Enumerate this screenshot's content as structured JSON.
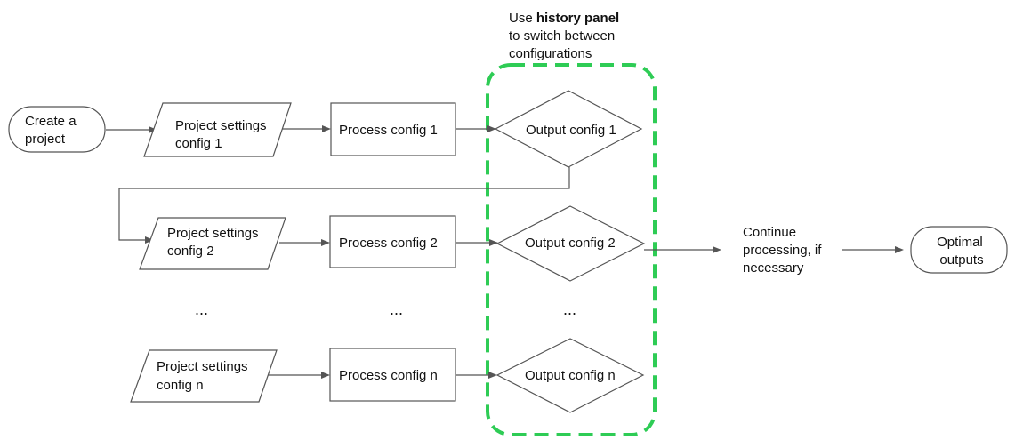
{
  "colors": {
    "stroke": "#555555",
    "text": "#111111",
    "group_border": "#2ecc55",
    "background": "#ffffff"
  },
  "note": {
    "line1_prefix": "Use ",
    "line1_bold": "history panel",
    "line2": "to switch between",
    "line3": "configurations"
  },
  "nodes": {
    "create_project": [
      "Create a",
      "project"
    ],
    "project_settings_1": [
      "Project settings",
      "config 1"
    ],
    "process_config_1": [
      "Process config 1"
    ],
    "output_config_1": [
      "Output config 1"
    ],
    "project_settings_2": [
      "Project settings",
      "config 2"
    ],
    "process_config_2": [
      "Process config 2"
    ],
    "output_config_2": [
      "Output config 2"
    ],
    "project_settings_n": [
      "Project settings",
      "config n"
    ],
    "process_config_n": [
      "Process config n"
    ],
    "output_config_n": [
      "Output config n"
    ],
    "continue_processing": [
      "Continue",
      "processing, if",
      "necessary"
    ],
    "optimal_outputs": [
      "Optimal",
      "outputs"
    ]
  },
  "ellipses": {
    "settings_column": "...",
    "process_column": "...",
    "output_column": "..."
  }
}
